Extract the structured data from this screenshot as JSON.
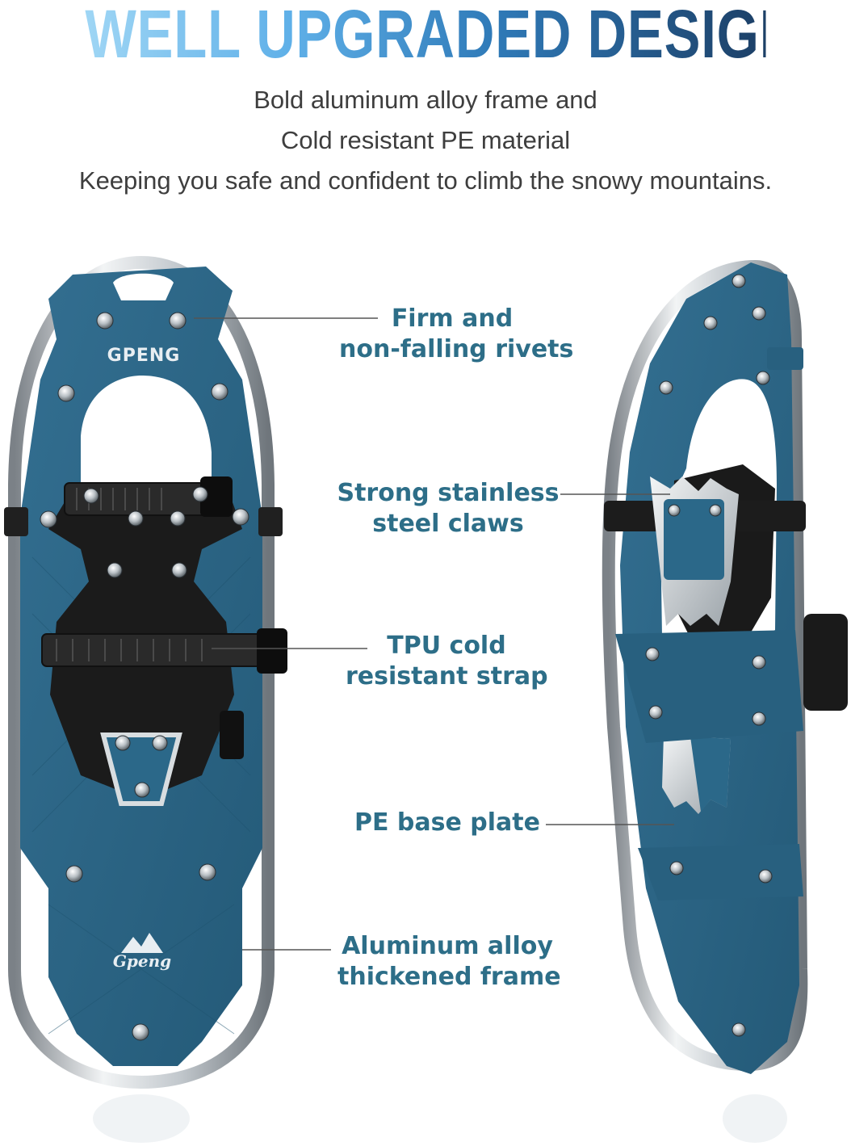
{
  "headline": "WELL UPGRADED DESIGN",
  "subtitle_lines": [
    "Bold aluminum alloy frame and",
    "Cold resistant PE material",
    "Keeping you safe and confident to climb the snowy mountains."
  ],
  "callouts": [
    {
      "line1": "Firm and",
      "line2": "non-falling rivets"
    },
    {
      "line1": "Strong stainless",
      "line2": "steel claws"
    },
    {
      "line1": "TPU cold",
      "line2": "resistant strap"
    },
    {
      "line1": "PE base plate",
      "line2": ""
    },
    {
      "line1": "Aluminum alloy",
      "line2": "thickened frame"
    }
  ],
  "brand_marks": {
    "deck_logo": "GPENG",
    "tail_logo": "Gpeng"
  },
  "colors": {
    "deck_blue": "#2c6a8c",
    "deck_blue_dark": "#1d4e6b",
    "callout_text": "#2d6e88",
    "frame_silver": "#c9ced3",
    "binding_black": "#1e1e1e",
    "claw_silver": "#d9dde0"
  }
}
